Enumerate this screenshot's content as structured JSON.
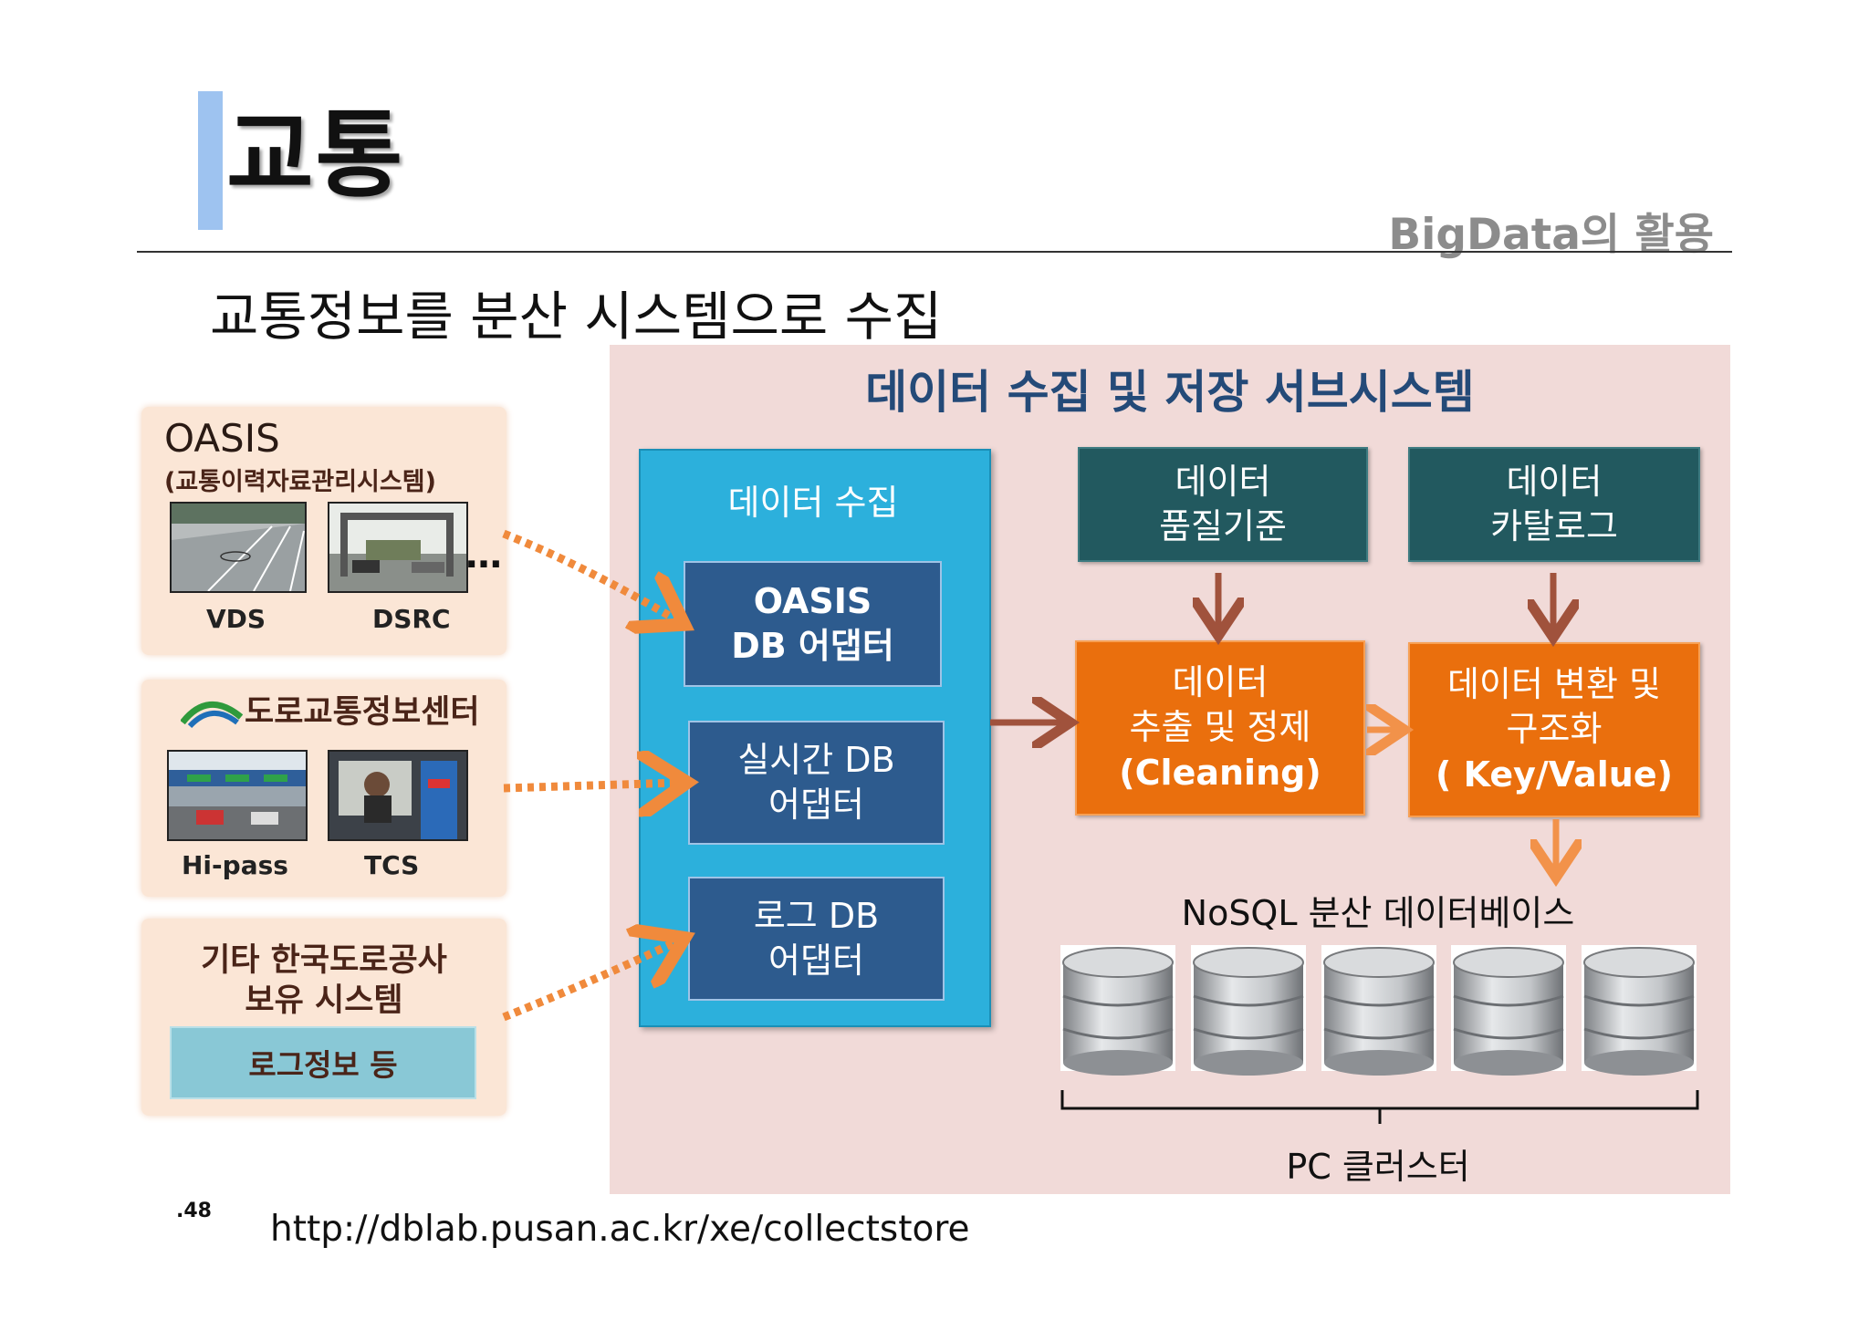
{
  "slide": {
    "title": "교통",
    "subtitle_right": "BigData의 활용",
    "heading": "교통정보를 분산 시스템으로 수집",
    "page_number": ".48",
    "source_url": "http://dblab.pusan.ac.kr/xe/collectstore"
  },
  "sources": {
    "oasis": {
      "name": "OASIS",
      "desc": "(교통이력자료관리시스템)",
      "items": [
        "VDS",
        "DSRC"
      ],
      "ellipsis": "…"
    },
    "road_center": {
      "name": "도로교통정보센터",
      "items": [
        "Hi-pass",
        "TCS"
      ]
    },
    "others": {
      "name_line1": "기타 한국도로공사",
      "name_line2": "보유 시스템",
      "log_box": "로그정보 등"
    }
  },
  "subsystem": {
    "title": "데이터 수집 및 저장 서브시스템",
    "collect": {
      "title": "데이터 수집",
      "adapters": [
        {
          "line1": "OASIS",
          "line2": "DB 어댑터"
        },
        {
          "line1": "실시간 DB",
          "line2": "어댑터"
        },
        {
          "line1": "로그 DB",
          "line2": "어댑터"
        }
      ]
    },
    "quality": {
      "line1": "데이터",
      "line2": "품질기준"
    },
    "catalog": {
      "line1": "데이터",
      "line2": "카탈로그"
    },
    "cleaning": {
      "line1": "데이터",
      "line2": "추출 및 정제",
      "line3": "(Cleaning)"
    },
    "transform": {
      "line1": "데이터 변환 및",
      "line2": "구조화",
      "line3": "( Key/Value)"
    },
    "nosql_title": "NoSQL 분산 데이터베이스",
    "cluster_label": "PC 클러스터"
  },
  "colors": {
    "main_panel": "#f1dad8",
    "collect_box": "#2cb0dc",
    "adapter": "#2d5b8e",
    "teal_box": "#22595f",
    "orange_box": "#ea6f0d",
    "source_panel": "#fbe6d6",
    "dashed_arrow": "#f08a3c",
    "solid_arrow": "#a0523c"
  }
}
